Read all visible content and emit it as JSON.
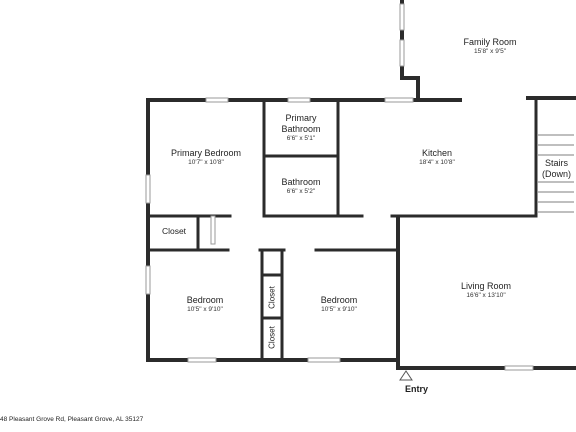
{
  "rooms": {
    "family_room": {
      "name": "Family Room",
      "size": "15'8\" x 9'5\""
    },
    "primary_bedroom": {
      "name": "Primary Bedroom",
      "size": "10'7\" x 10'8\""
    },
    "primary_bathroom": {
      "name_line1": "Primary",
      "name_line2": "Bathroom",
      "size": "6'6\" x 5'1\""
    },
    "bathroom": {
      "name": "Bathroom",
      "size": "6'6\" x 5'2\""
    },
    "kitchen": {
      "name": "Kitchen",
      "size": "18'4\" x 10'8\""
    },
    "stairs": {
      "name_line1": "Stairs",
      "name_line2": "(Down)"
    },
    "closet_left": {
      "name": "Closet"
    },
    "closet_a": {
      "name": "Closet"
    },
    "closet_b": {
      "name": "Closet"
    },
    "bedroom_1": {
      "name": "Bedroom",
      "size": "10'5\" x 9'10\""
    },
    "bedroom_2": {
      "name": "Bedroom",
      "size": "10'5\" x 9'10\""
    },
    "living_room": {
      "name": "Living Room",
      "size": "16'6\" x 13'10\""
    }
  },
  "entry": {
    "label": "Entry"
  },
  "address": "48 Pleasant Grove Rd, Pleasant Grove, AL 35127",
  "colors": {
    "wall": "#2b2b2b",
    "window": "#9a9a9a",
    "background": "#ffffff"
  }
}
